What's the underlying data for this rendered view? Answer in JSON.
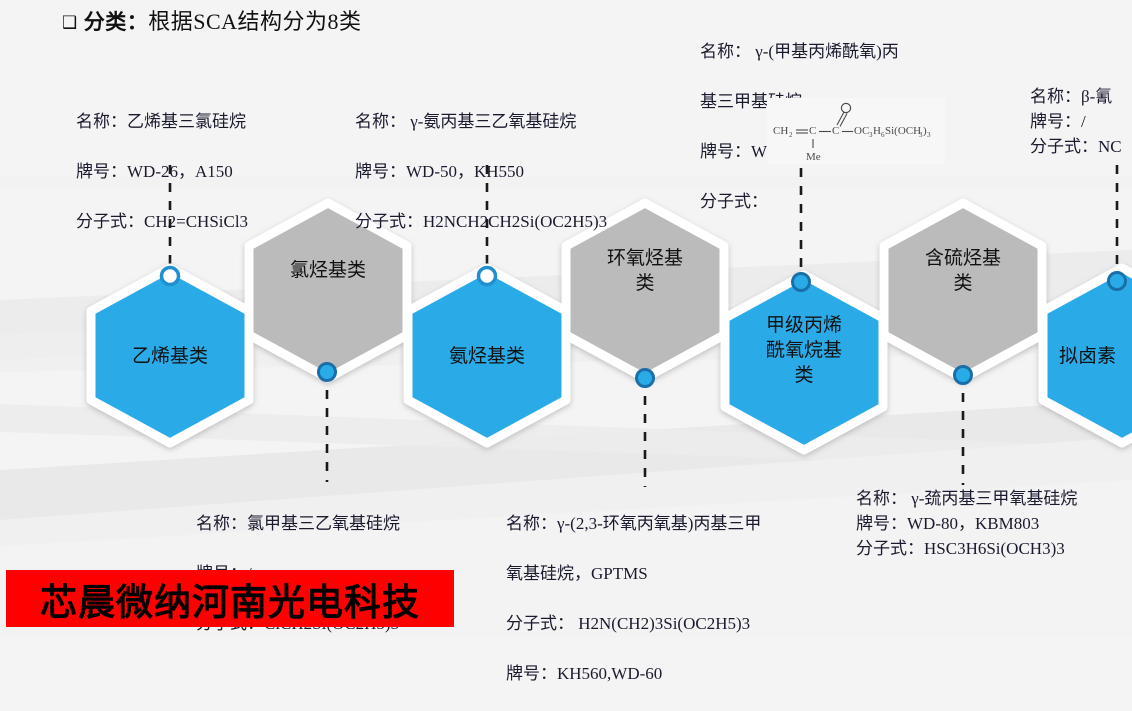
{
  "slide": {
    "title_marker": "❑",
    "title_label": "分类：",
    "title_text": "根据SCA结构分为8类",
    "banner_text": "芯晨微纳河南光电科技",
    "colors": {
      "hex_blue": "#29abe8",
      "hex_gray": "#bbbbbb",
      "banner_red": "#ff0000",
      "background": "#f4f4f4",
      "dot_ring": "#1f8fd0"
    }
  },
  "hexagons": [
    {
      "id": "vinyl",
      "label": "乙烯基类",
      "color": "blue"
    },
    {
      "id": "chloroalkyl",
      "label": "氯烃基类",
      "color": "gray"
    },
    {
      "id": "aminoalkyl",
      "label": "氨烃基类",
      "color": "blue"
    },
    {
      "id": "epoxyalkyl",
      "label": "环氧烃基\n类",
      "color": "gray"
    },
    {
      "id": "methacryloxy",
      "label": "甲级丙烯\n酰氧烷基\n类",
      "color": "blue"
    },
    {
      "id": "sulfur",
      "label": "含硫烃基\n类",
      "color": "gray"
    },
    {
      "id": "pseudohalide",
      "label": "拟卤素",
      "color": "blue"
    }
  ],
  "callouts": [
    {
      "id": "vinyl-callout",
      "lines": [
        "名称：乙烯基三氯硅烷",
        "牌号：WD-26，A150",
        "分子式：CH2=CHSiCl3"
      ]
    },
    {
      "id": "aminoalkyl-callout",
      "lines": [
        "名称： γ-氨丙基三乙氧基硅烷",
        "牌号：WD-50，KH550",
        "分子式：H2NCH2CH2Si(OC2H5)3"
      ]
    },
    {
      "id": "methacryloxy-callout",
      "lines": [
        "名称： γ-(甲基丙烯酰氧)丙",
        "基三甲基硅烷",
        "牌号：WD-70，KH570",
        "分子式："
      ]
    },
    {
      "id": "pseudohalide-callout",
      "lines": [
        "名称：β-氰",
        "牌号：/",
        "分子式：NC"
      ]
    },
    {
      "id": "chloroalkyl-callout",
      "lines": [
        "名称：氯甲基三乙氧基硅烷",
        "牌号：/",
        "分子式：ClCH2Si(OC2H5)3"
      ]
    },
    {
      "id": "epoxyalkyl-callout",
      "lines": [
        "名称：γ-(2,3-环氧丙氧基)丙基三甲",
        "氧基硅烷，GPTMS",
        "分子式： H2N(CH2)3Si(OC2H5)3",
        "牌号：KH560,WD-60"
      ]
    },
    {
      "id": "sulfur-callout",
      "lines": [
        "名称： γ-巯丙基三甲氧基硅烷",
        "牌号：WD-80，KBM803",
        "分子式：HSC3H6Si(OCH3)3"
      ]
    }
  ],
  "molecule": {
    "formula_parts": [
      "CH",
      "2",
      "=C",
      "C",
      "O",
      "OC",
      "3",
      "H",
      "6",
      "Si(OCH",
      "3",
      ")",
      "3",
      "Me"
    ],
    "alt": "CH2=C(Me)-C(=O)-OC3H6Si(OCH3)3"
  }
}
